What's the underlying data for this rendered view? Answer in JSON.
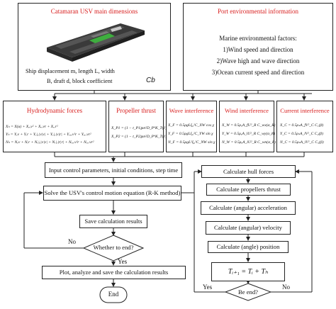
{
  "top": {
    "usv_title": "Catamaran USV main dimensions",
    "usv_desc_1": "Ship displacement m, length L, width",
    "usv_desc_2": "B, draft d, block coefficient",
    "usv_cb": "Cb",
    "port_title": "Port environmental information",
    "marine_title": "Marine environmental factors:",
    "marine_1": "1)Wind speed and direction",
    "marine_2": "2)Wave high and wave direction",
    "marine_3": "3)Ocean current speed and direction"
  },
  "forces": [
    {
      "title": "Hydrodynamic forces",
      "lines": [
        "Xₕ = X(u) + Xᵥᵥv² + Xᵥᵣvr + Xᵣᵣr²",
        "Yₕ = Yᵥv + Yᵣr + Yᵥ|ᵥ|v|v| + Yᵥ|ᵣ|v|r| + Yᵥᵥᵣv²r + Yᵥᵣᵣvr²",
        "Nₕ = Nᵥv + Nᵣr + Nᵥ|ᵥ|v|v| + Nᵣ|ᵣ|r|r| + Nᵥᵥᵣv²r + Nᵥᵣᵣvr²"
      ]
    },
    {
      "title": "Propeller thrust",
      "lines": [
        "X_P1 = (1 − t_P1)ρn²D_P⁴K_T(J_P1)",
        "X_P2 = (1 − t_P2)ρn²D_P⁴K_T(J_P2)"
      ]
    },
    {
      "title": "Wave interference",
      "lines": [
        "X_F = 0.5ρgLξ₀²C_XW cos χ",
        "Y_F = 0.5ρgLξ₀²C_YW sin χ",
        "N_F = 0.5ρgL²ξ₀²C_NW sin χ"
      ]
    },
    {
      "title": "Wind interference",
      "lines": [
        "X_W = 0.5ρₐA_fU²_R C_wx(α_R)",
        "Y_W = 0.5ρₐA_lU²_R C_wy(α_R)",
        "N_W = 0.5ρₐA_lU²_R C_wn(α_R)"
      ]
    },
    {
      "title": "Current interference",
      "lines": [
        "X_C = 0.5ρₛA_fV²_C C₁(β)",
        "Y_C = 0.5ρₛA_lV²_C C₂(β)",
        "N_C = 0.5ρₛA_lV²_C C₃(β)"
      ]
    }
  ],
  "left_flow": {
    "input": "Input control parameters, initial conditions, step time",
    "solve": "Solve the USV's control motion equation (R-K method)",
    "save": "Save calculation results",
    "decision": "Whether to end?",
    "no": "No",
    "yes": "Yes",
    "plot": "Plot, analyze and save the calculation results",
    "end": "End"
  },
  "right_flow": {
    "hull": "Calculate hull forces",
    "prop": "Calculate propellers thrust",
    "accel": "Calculate (angular) acceleration",
    "velocity": "Calculate (angular) velocity",
    "position": "Calculate (angle) position",
    "formula": "Tᵢ₊₁ = Tᵢ + Tₕ",
    "decision": "Be end?",
    "yes": "Yes",
    "no": "No"
  },
  "colors": {
    "accent": "#d81e1e",
    "line": "#222222",
    "hull_dark": "#3a3a3a",
    "hull_green": "#3fae3f"
  }
}
